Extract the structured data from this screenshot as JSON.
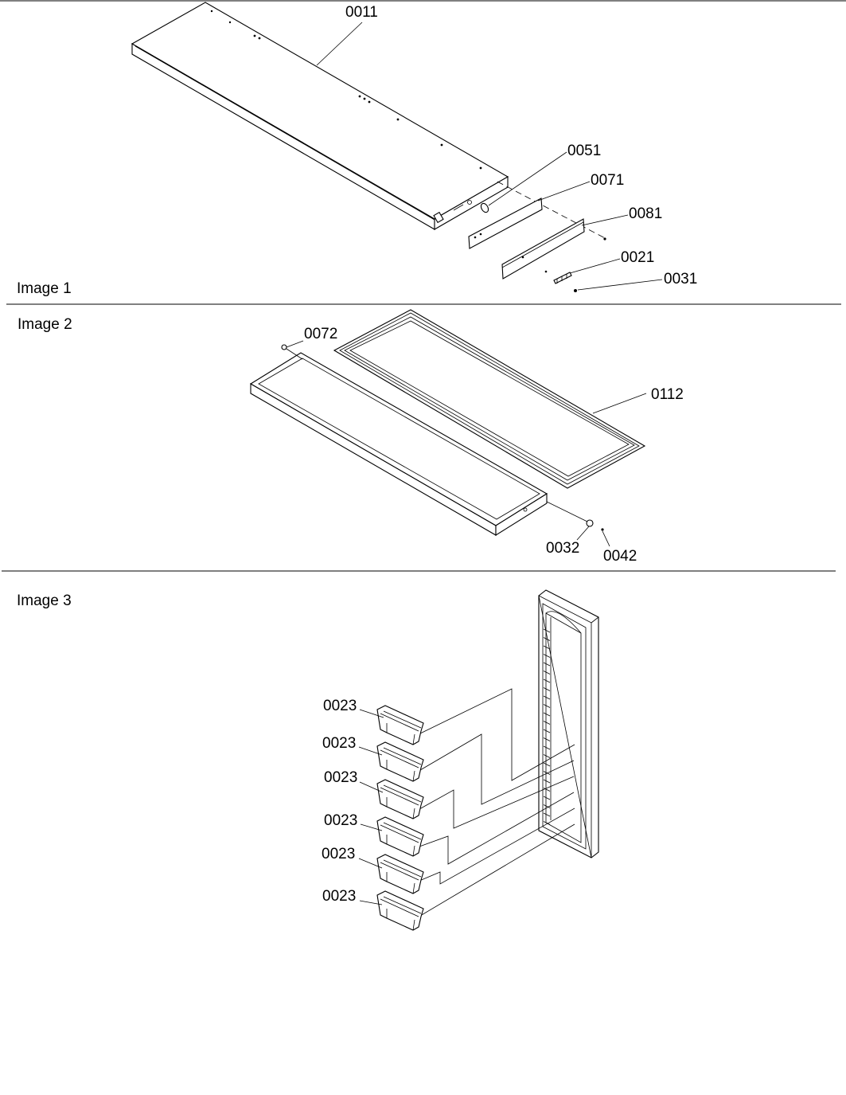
{
  "sections": [
    {
      "label": "Image 1",
      "parts": [
        "0011",
        "0051",
        "0071",
        "0081",
        "0021",
        "0031"
      ]
    },
    {
      "label": "Image 2",
      "parts": [
        "0072",
        "0112",
        "0032",
        "0042"
      ]
    },
    {
      "label": "Image 3",
      "parts": [
        "0023",
        "0023",
        "0023",
        "0023",
        "0023",
        "0023"
      ]
    }
  ]
}
